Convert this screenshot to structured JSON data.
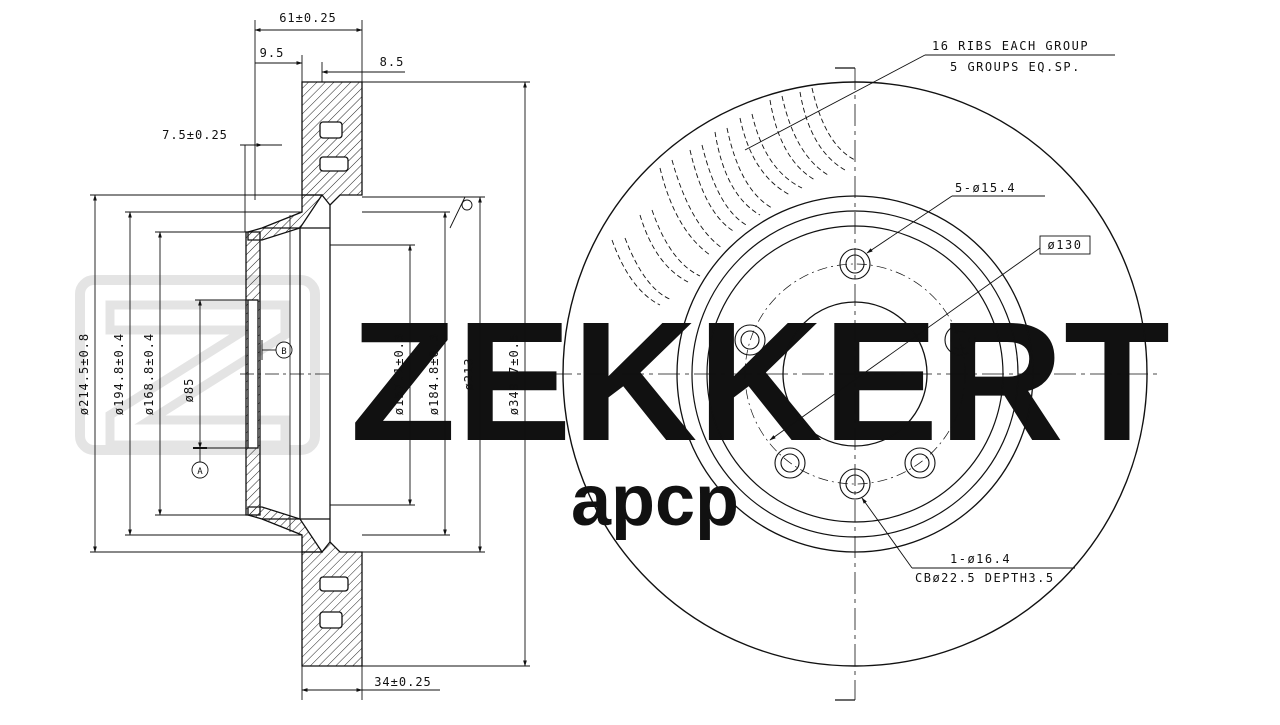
{
  "watermark": {
    "brand": "ZEKKERT",
    "sub": "apcp",
    "color": "#e6e6e6"
  },
  "side_view": {
    "dims": {
      "total_thickness": "61±0.25",
      "offset_9_5": "9.5",
      "offset_8_5": "8.5",
      "hat_thickness": "7.5±0.25",
      "bottom_thickness": "34±0.25",
      "d_214": "ø214.5±0.8",
      "d_194": "ø194.8±0.4",
      "d_168": "ø168.8±0.4",
      "d_85": "ø85",
      "d_157": "ø157.1±0.3",
      "d_184": "ø184.8±0.3",
      "d_213": "ø213",
      "d_349": "ø349.7±0.5"
    },
    "datum_a": "A",
    "datum_b": "B"
  },
  "front_view": {
    "ribs_note": [
      "16 RIBS EACH GROUP",
      "5 GROUPS EQ.SP."
    ],
    "holes_note": "5-ø15.4",
    "pcd_note": "ø130",
    "center_hole_note": [
      "1-ø16.4",
      "CBø22.5 DEPTH3.5"
    ]
  },
  "colors": {
    "line": "#111111",
    "hatch": "#222222"
  }
}
